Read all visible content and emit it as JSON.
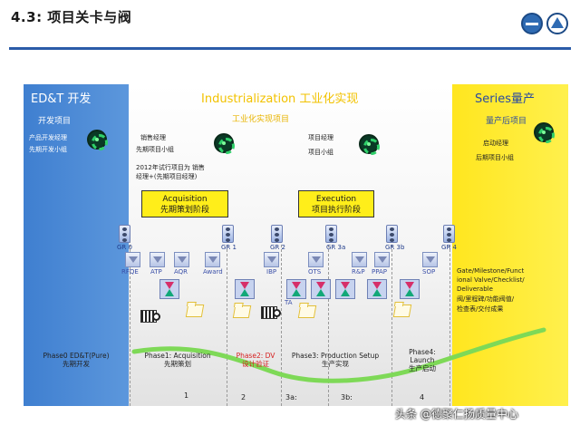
{
  "slide": {
    "title": "4.3: 项目关卡与阀"
  },
  "left_panel": {
    "title": "ED&T 开发",
    "subtitle": "开发项目",
    "roles": [
      "产品开发经理",
      "先期开发小组"
    ]
  },
  "middle_panel": {
    "title": "Industrialization 工业化实现",
    "subtitle": "工业化实现项目",
    "roles_left": [
      "销售经理",
      "先期项目小组"
    ],
    "note": [
      "2012年试行项目为 销售",
      "经理+(先期项目经理)"
    ],
    "roles_right": [
      "项目经理",
      "项目小组"
    ],
    "acquisition": [
      "Acquisition",
      "先期策划阶段"
    ],
    "execution": [
      "Execution",
      "项目执行阶段"
    ]
  },
  "right_panel": {
    "title": "Series量产",
    "subtitle": "量产后项目",
    "roles": [
      "启动经理",
      "后期项目小组"
    ],
    "legend": [
      "Gate/Milestone/Funct",
      "ional Valve/Checklist/",
      "Deliverable",
      "阀/里程碑/功能阀值/",
      "检查表/交付成果"
    ]
  },
  "gates": [
    "GR 0",
    "GR 1",
    "GR 2",
    "GR 3a",
    "GR 3b",
    "GR 4"
  ],
  "milestones": [
    "RFQE",
    "ATP",
    "AQR",
    "Award",
    "IBP",
    "OTS",
    "R&P",
    "PPAP",
    "SOP"
  ],
  "valve_label": "TA",
  "phases": [
    {
      "line1": "Phase0  ED&T(Pure)",
      "line2": "先期开发"
    },
    {
      "line1": "Phase1: Acquisition",
      "line2": "先期策划"
    },
    {
      "line1": "Phase2: DV",
      "line2": "设计验证"
    },
    {
      "line1": "Phase3: Production Setup",
      "line2": "生产实现"
    },
    {
      "line1": "Phase4:",
      "line2": "Launch",
      "line3": "生产启动"
    }
  ],
  "phase_numbers": [
    "1",
    "2",
    "3a:",
    "3b:",
    "4"
  ],
  "watermark": "头条 @德聚仁扬质量中心",
  "colors": {
    "blue": "#3f7fd0",
    "yellow": "#ffe61f",
    "title_rule": "#2b5ba8",
    "phase2_red": "#d62020",
    "curve_green": "#7ed957"
  }
}
